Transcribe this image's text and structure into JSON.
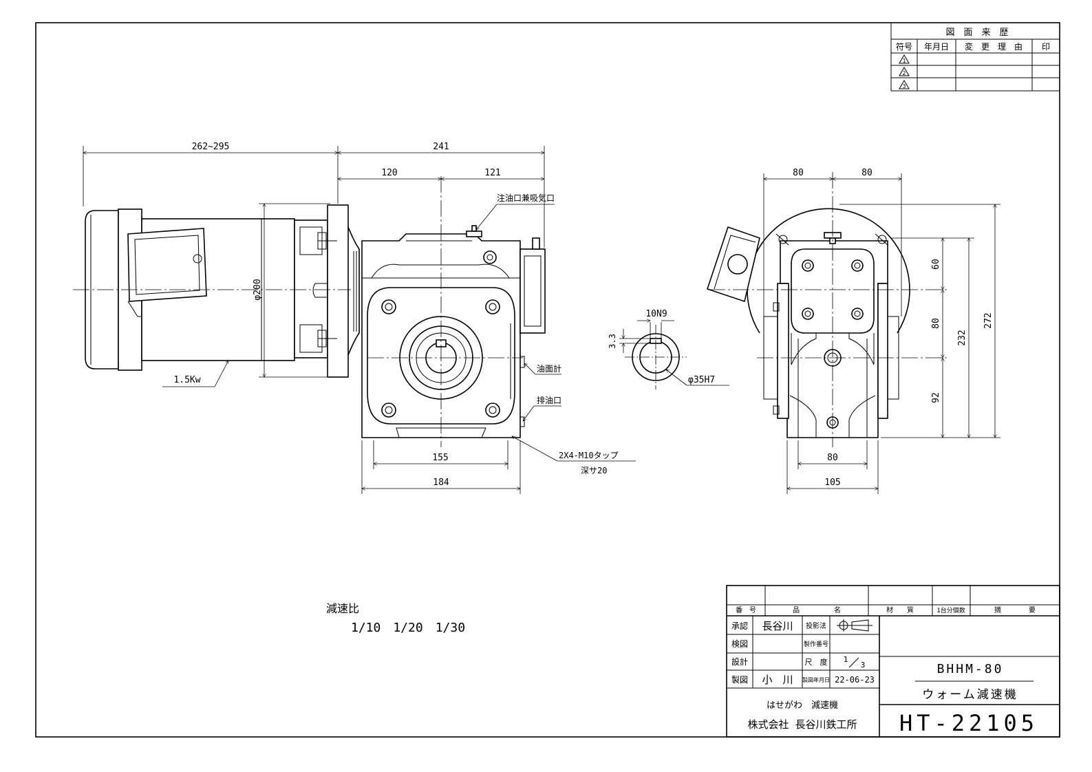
{
  "revision_table": {
    "title": "図　面　来　歴",
    "headers": [
      "符号",
      "年月日",
      "変　更　理　由",
      "印"
    ],
    "symbols": [
      "1",
      "2",
      "3"
    ]
  },
  "dimensions": {
    "motor_length": "262~295",
    "overall": "241",
    "left_half": "120",
    "right_half": "121",
    "motor_dia": "φ200",
    "motor_power": "1.5Kw",
    "base_inner": "155",
    "base_outer": "184",
    "side_left": "80",
    "side_right": "80",
    "side_base_inner": "80",
    "side_base_outer": "105",
    "h_60": "60",
    "h_80": "80",
    "h_92": "92",
    "h_232": "232",
    "h_272": "272",
    "key_width": "10N9",
    "key_depth": "3.3",
    "shaft_dia": "φ35H7"
  },
  "callouts": {
    "oil_inlet": "注油口兼吸気口",
    "oil_gauge": "油面計",
    "drain": "排油口",
    "tap": "2X4-M10タップ",
    "tap_depth": "深サ20"
  },
  "ratio": {
    "label": "減速比",
    "values": "1/10　1/20　1/30"
  },
  "title_block": {
    "headers": [
      "番　号",
      "品　　　　　名",
      "材　　質",
      "1台分個数",
      "摘　　　　要"
    ],
    "approved_label": "承認",
    "approved_name": "長谷川",
    "checked_label": "検図",
    "design_label": "設計",
    "drawn_label": "製図",
    "drawn_name": "小　川",
    "projection_label": "投影法",
    "product_no_label": "製作番号",
    "scale_label": "尺　度",
    "scale_num": "1",
    "scale_den": "3",
    "date_label": "製図年月日",
    "date": "22-06-23",
    "company_line1": "はせがわ　減速機",
    "company_line2": "株式会社 長谷川鉄工所",
    "model": "BHHM-80",
    "name": "ウォーム減速機",
    "drawing_no": "HT-22105"
  }
}
